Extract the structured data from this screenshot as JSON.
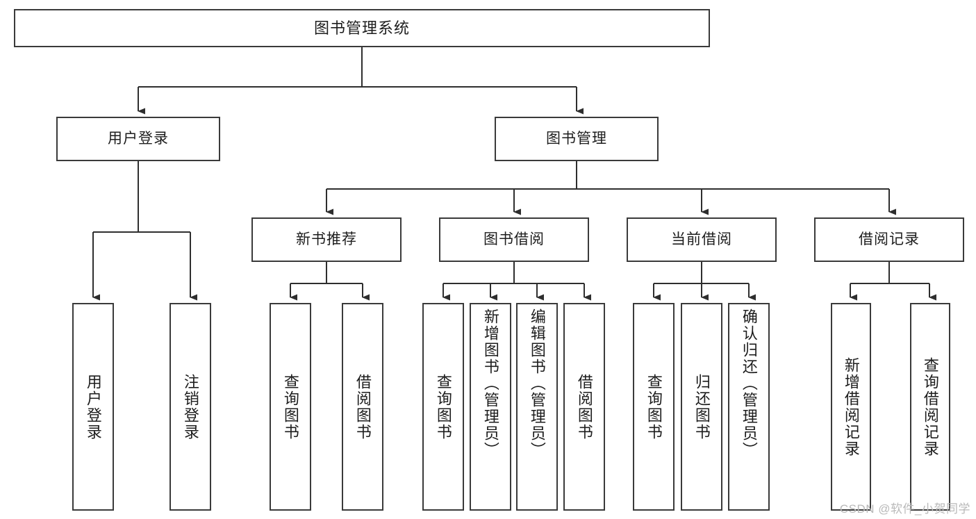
{
  "diagram": {
    "title": "图书管理系统",
    "type": "tree",
    "root": {
      "label": "图书管理系统"
    },
    "level2": [
      {
        "label": "用户登录"
      },
      {
        "label": "图书管理"
      }
    ],
    "level3": [
      {
        "label": "新书推荐"
      },
      {
        "label": "图书借阅"
      },
      {
        "label": "当前借阅"
      },
      {
        "label": "借阅记录"
      }
    ],
    "leaves": {
      "user_login": [
        {
          "label": "用户登录"
        },
        {
          "label": "注销登录"
        }
      ],
      "new_book_rec": [
        {
          "label": "查询图书"
        },
        {
          "label": "借阅图书"
        }
      ],
      "book_borrow": [
        {
          "label": "查询图书"
        },
        {
          "label": "新增图书（管理员）"
        },
        {
          "label": "编辑图书（管理员）"
        },
        {
          "label": "借阅图书"
        }
      ],
      "current_borrow": [
        {
          "label": "查询图书"
        },
        {
          "label": "归还图书"
        },
        {
          "label": "确认归还（管理员）"
        }
      ],
      "borrow_record": [
        {
          "label": "新增借阅记录"
        },
        {
          "label": "查询借阅记录"
        }
      ]
    }
  },
  "watermark": {
    "text": "CSDN @软件_小贺同学"
  },
  "colors": {
    "stroke": "#3a3a3a",
    "text": "#1d1d1d",
    "background": "#ffffff",
    "watermark": "#b9b9b9"
  }
}
